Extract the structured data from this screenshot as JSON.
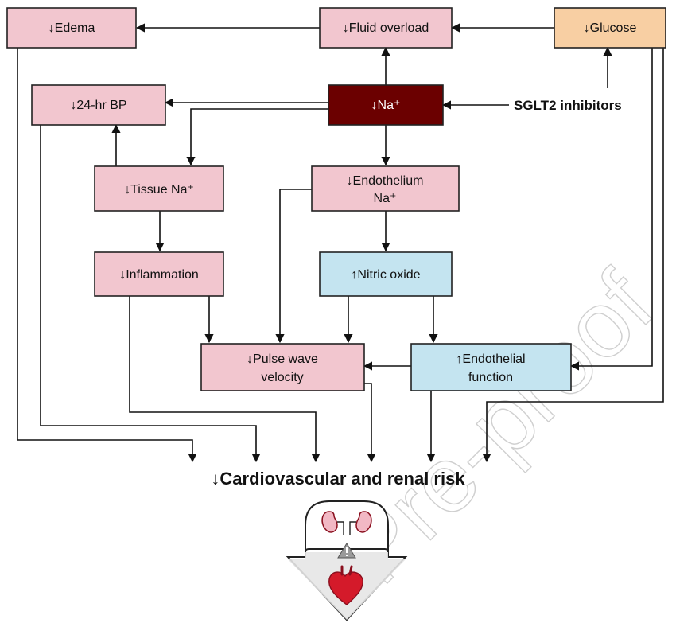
{
  "colors": {
    "pink": "#f2c6cf",
    "peach": "#f8cfa3",
    "blue": "#c4e4f0",
    "dark_red": "#6b0000",
    "watermark": "#cfcfcf"
  },
  "nodes": {
    "edema": "↓Edema",
    "fluid_overload": "↓Fluid overload",
    "glucose": "↓Glucose",
    "bp_24hr": "↓24-hr BP",
    "sodium": "↓Na⁺",
    "sglt2": "SGLT2 inhibitors",
    "tissue_na": "↓Tissue Na⁺",
    "endothelium_na_line1": "↓Endothelium",
    "endothelium_na_line2": "Na⁺",
    "inflammation": "↓Inflammation",
    "nitric_oxide": "↑Nitric oxide",
    "pulse_wave_line1": "↓Pulse wave",
    "pulse_wave_line2": "velocity",
    "endothelial_function_line1": "↑Endothelial",
    "endothelial_function_line2": "function",
    "outcome": "↓Cardiovascular and renal risk"
  },
  "icons": {
    "kidney": "kidney-icon",
    "warning": "warning-icon",
    "heart": "heart-icon",
    "down_arrow": "down-arrow-icon"
  },
  "watermark": "Pre-proof"
}
